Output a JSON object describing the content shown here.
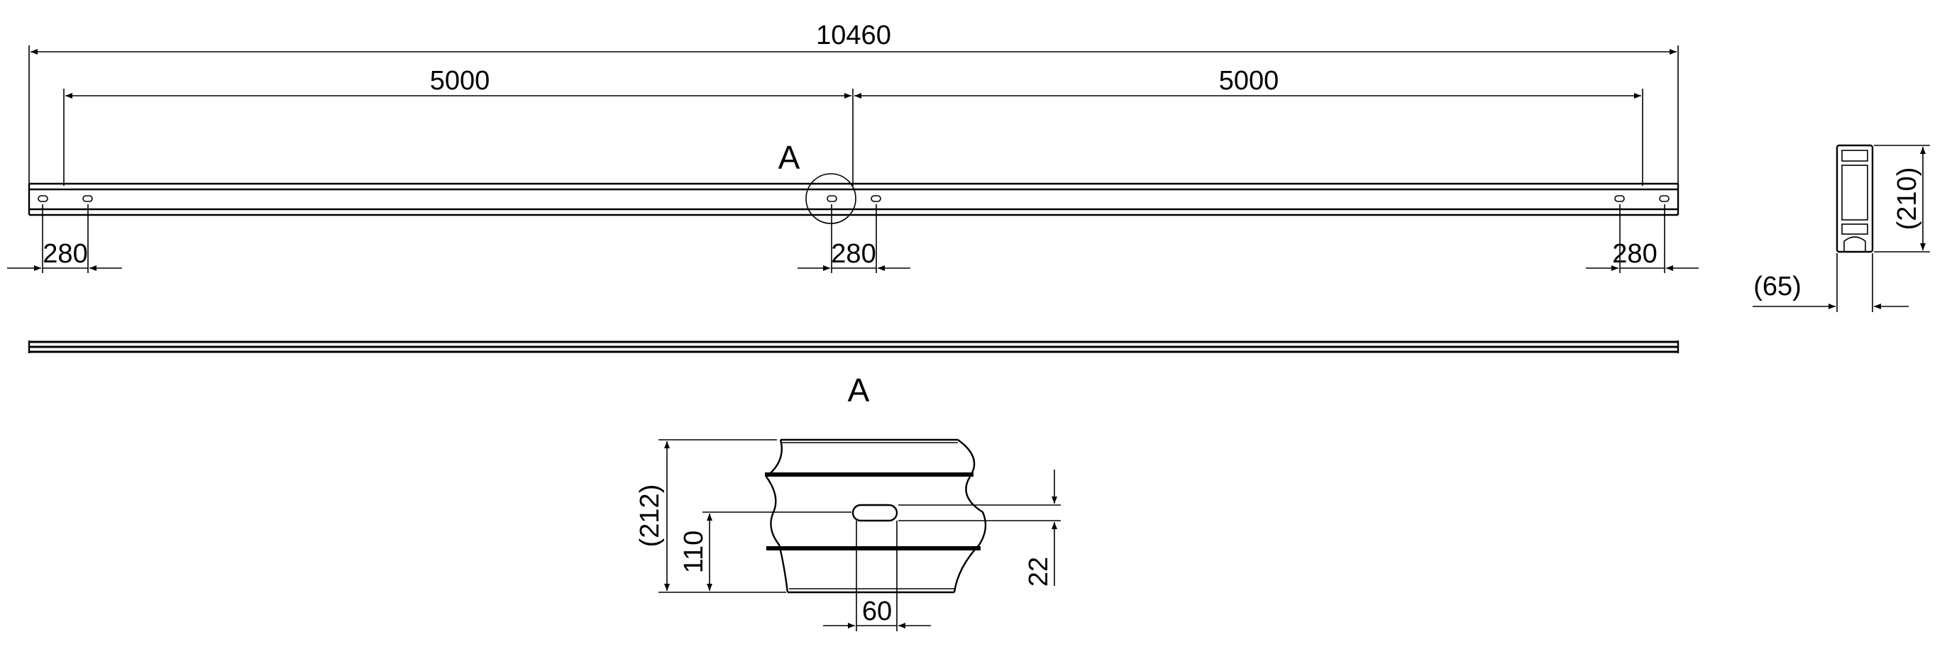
{
  "drawing": {
    "overall_length": "10460",
    "span_left": "5000",
    "span_right": "5000",
    "hole_spacing_left": "280",
    "hole_spacing_center": "280",
    "hole_spacing_right": "280",
    "section_height": "(210)",
    "section_width": "(65)",
    "detail_marker": "A",
    "detail_title": "A",
    "detail_height": "(212)",
    "detail_hole_height": "110",
    "detail_slot_length": "60",
    "detail_slot_height": "22"
  },
  "colors": {
    "line": "#000000",
    "background": "#ffffff"
  }
}
